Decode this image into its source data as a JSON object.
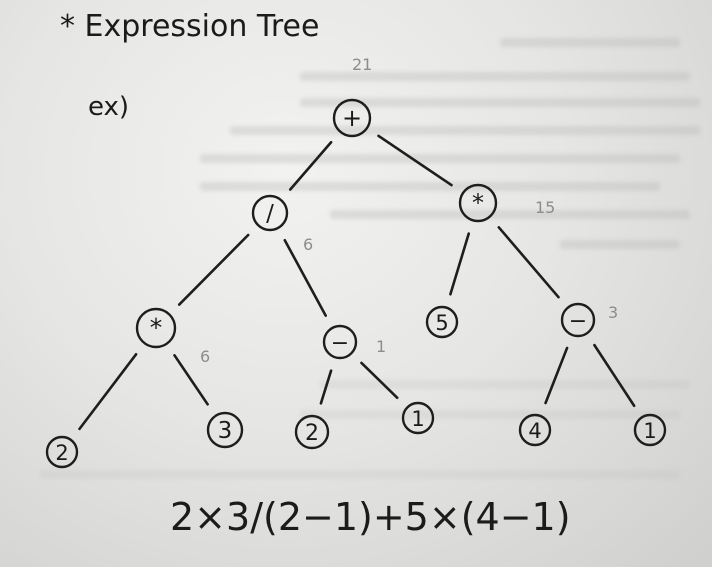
{
  "title": "* Expression Tree",
  "example_label": "ex)",
  "expression": "2×3/(2−1)+5×(4−1)",
  "tree": {
    "nodes": [
      {
        "id": "root",
        "label": "+",
        "note": "21"
      },
      {
        "id": "div",
        "label": "/",
        "note": "6"
      },
      {
        "id": "mul_r",
        "label": "*",
        "note": "15"
      },
      {
        "id": "mul_l",
        "label": "*",
        "note": "6"
      },
      {
        "id": "sub_l",
        "label": "−",
        "note": "1"
      },
      {
        "id": "five",
        "label": "5",
        "note": ""
      },
      {
        "id": "sub_r",
        "label": "−",
        "note": "3"
      },
      {
        "id": "two_a",
        "label": "2",
        "note": ""
      },
      {
        "id": "three",
        "label": "3",
        "note": ""
      },
      {
        "id": "two_b",
        "label": "2",
        "note": ""
      },
      {
        "id": "one_a",
        "label": "1",
        "note": ""
      },
      {
        "id": "four",
        "label": "4",
        "note": ""
      },
      {
        "id": "one_b",
        "label": "1",
        "note": ""
      }
    ],
    "edges": [
      [
        "root",
        "div"
      ],
      [
        "root",
        "mul_r"
      ],
      [
        "div",
        "mul_l"
      ],
      [
        "div",
        "sub_l"
      ],
      [
        "mul_r",
        "five"
      ],
      [
        "mul_r",
        "sub_r"
      ],
      [
        "mul_l",
        "two_a"
      ],
      [
        "mul_l",
        "three"
      ],
      [
        "sub_l",
        "two_b"
      ],
      [
        "sub_l",
        "one_a"
      ],
      [
        "sub_r",
        "four"
      ],
      [
        "sub_r",
        "one_b"
      ]
    ]
  }
}
